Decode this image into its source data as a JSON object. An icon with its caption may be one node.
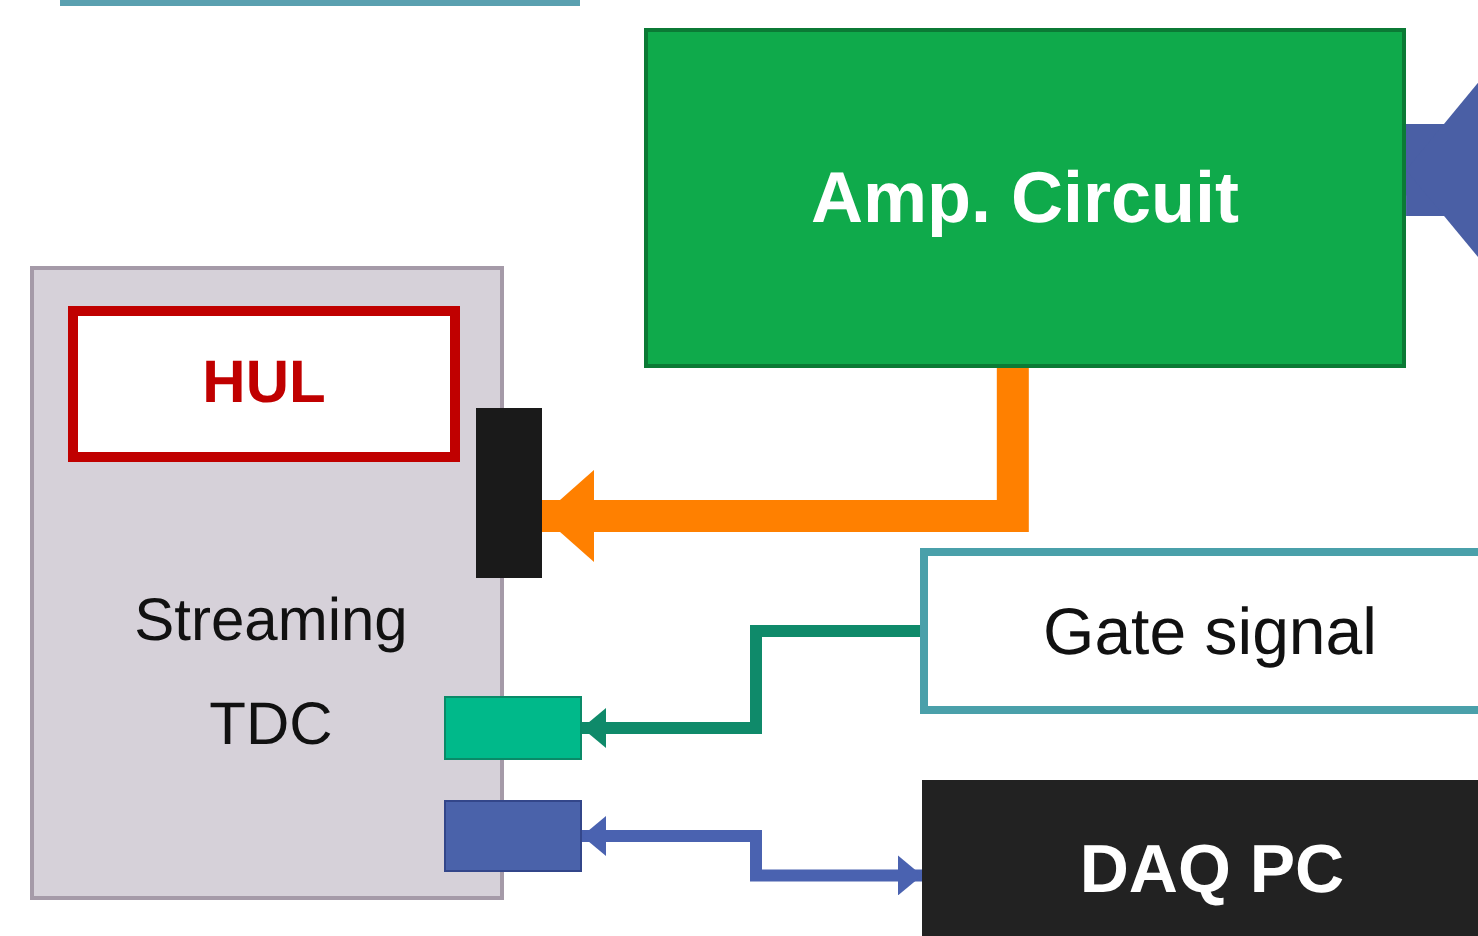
{
  "diagram": {
    "nodes": [
      {
        "text": [
          "Streaming TDC"
        ]
      },
      {
        "text": [
          "HUL"
        ],
        "in": 0
      },
      {
        "text": [
          "Amp. Circuit"
        ]
      },
      {
        "text": [
          "Gate signal"
        ]
      },
      {
        "text": [
          "DAQ PC"
        ]
      },
      {
        "text": [],
        "shape": "bar"
      },
      {
        "text": [],
        "shape": "box"
      },
      {
        "text": [],
        "shape": "box"
      }
    ],
    "edges": [
      {
        "from": 2,
        "to": 5,
        "arrow": "to",
        "style": "thick",
        "color": "#ff8000"
      },
      {
        "from": 3,
        "to": 6,
        "arrow": "to",
        "color": "#0f8a6a"
      },
      {
        "from": 7,
        "to": 4,
        "arrow": "both",
        "color": "#4a62b0"
      },
      {
        "from": null,
        "to": 2,
        "arrow": "to",
        "style": "thick",
        "color": "#4a5fa5"
      }
    ]
  }
}
